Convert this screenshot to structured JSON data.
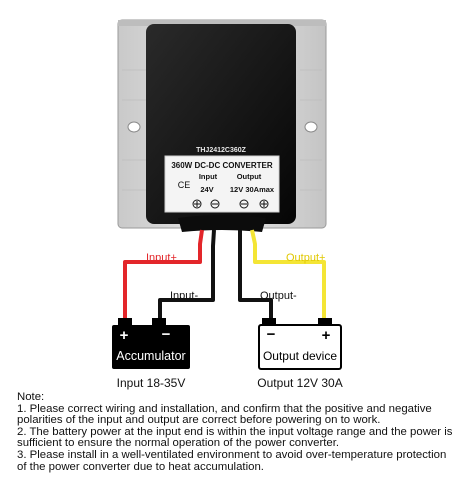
{
  "device": {
    "model": "THJ2412C360Z",
    "title": "360W DC-DC CONVERTER",
    "input_header": "Input",
    "output_header": "Output",
    "input_value": "24V",
    "output_value": "12V 30Amax",
    "ce_mark": "CE",
    "plus": "+",
    "minus": "−"
  },
  "wires": {
    "input_plus": "Input+",
    "input_minus": "Input-",
    "output_minus": "Output-",
    "output_plus": "Output+"
  },
  "accumulator": {
    "name": "Accumulator",
    "caption": "Input 18-35V",
    "plus": "+",
    "minus": "−"
  },
  "output_device": {
    "name": "Output device",
    "caption": "Output 12V 30A",
    "plus": "+",
    "minus": "−"
  },
  "colors": {
    "positive_input": "#e3262a",
    "positive_output": "#f4e535",
    "negative": "#111111",
    "housing": "#d6d6d6",
    "cover": "#141414"
  },
  "notes": {
    "heading": "Note:",
    "items": [
      "1. Please correct wiring and installation, and confirm that the positive and negative polarities of the input and output are correct before powering on to work.",
      "2. The battery power at the input end is within the input voltage range and the power is sufficient to ensure the normal operation of the power converter.",
      "3. Please install in a well-ventilated environment to avoid over-temperature protection of the power converter due to heat accumulation."
    ]
  }
}
